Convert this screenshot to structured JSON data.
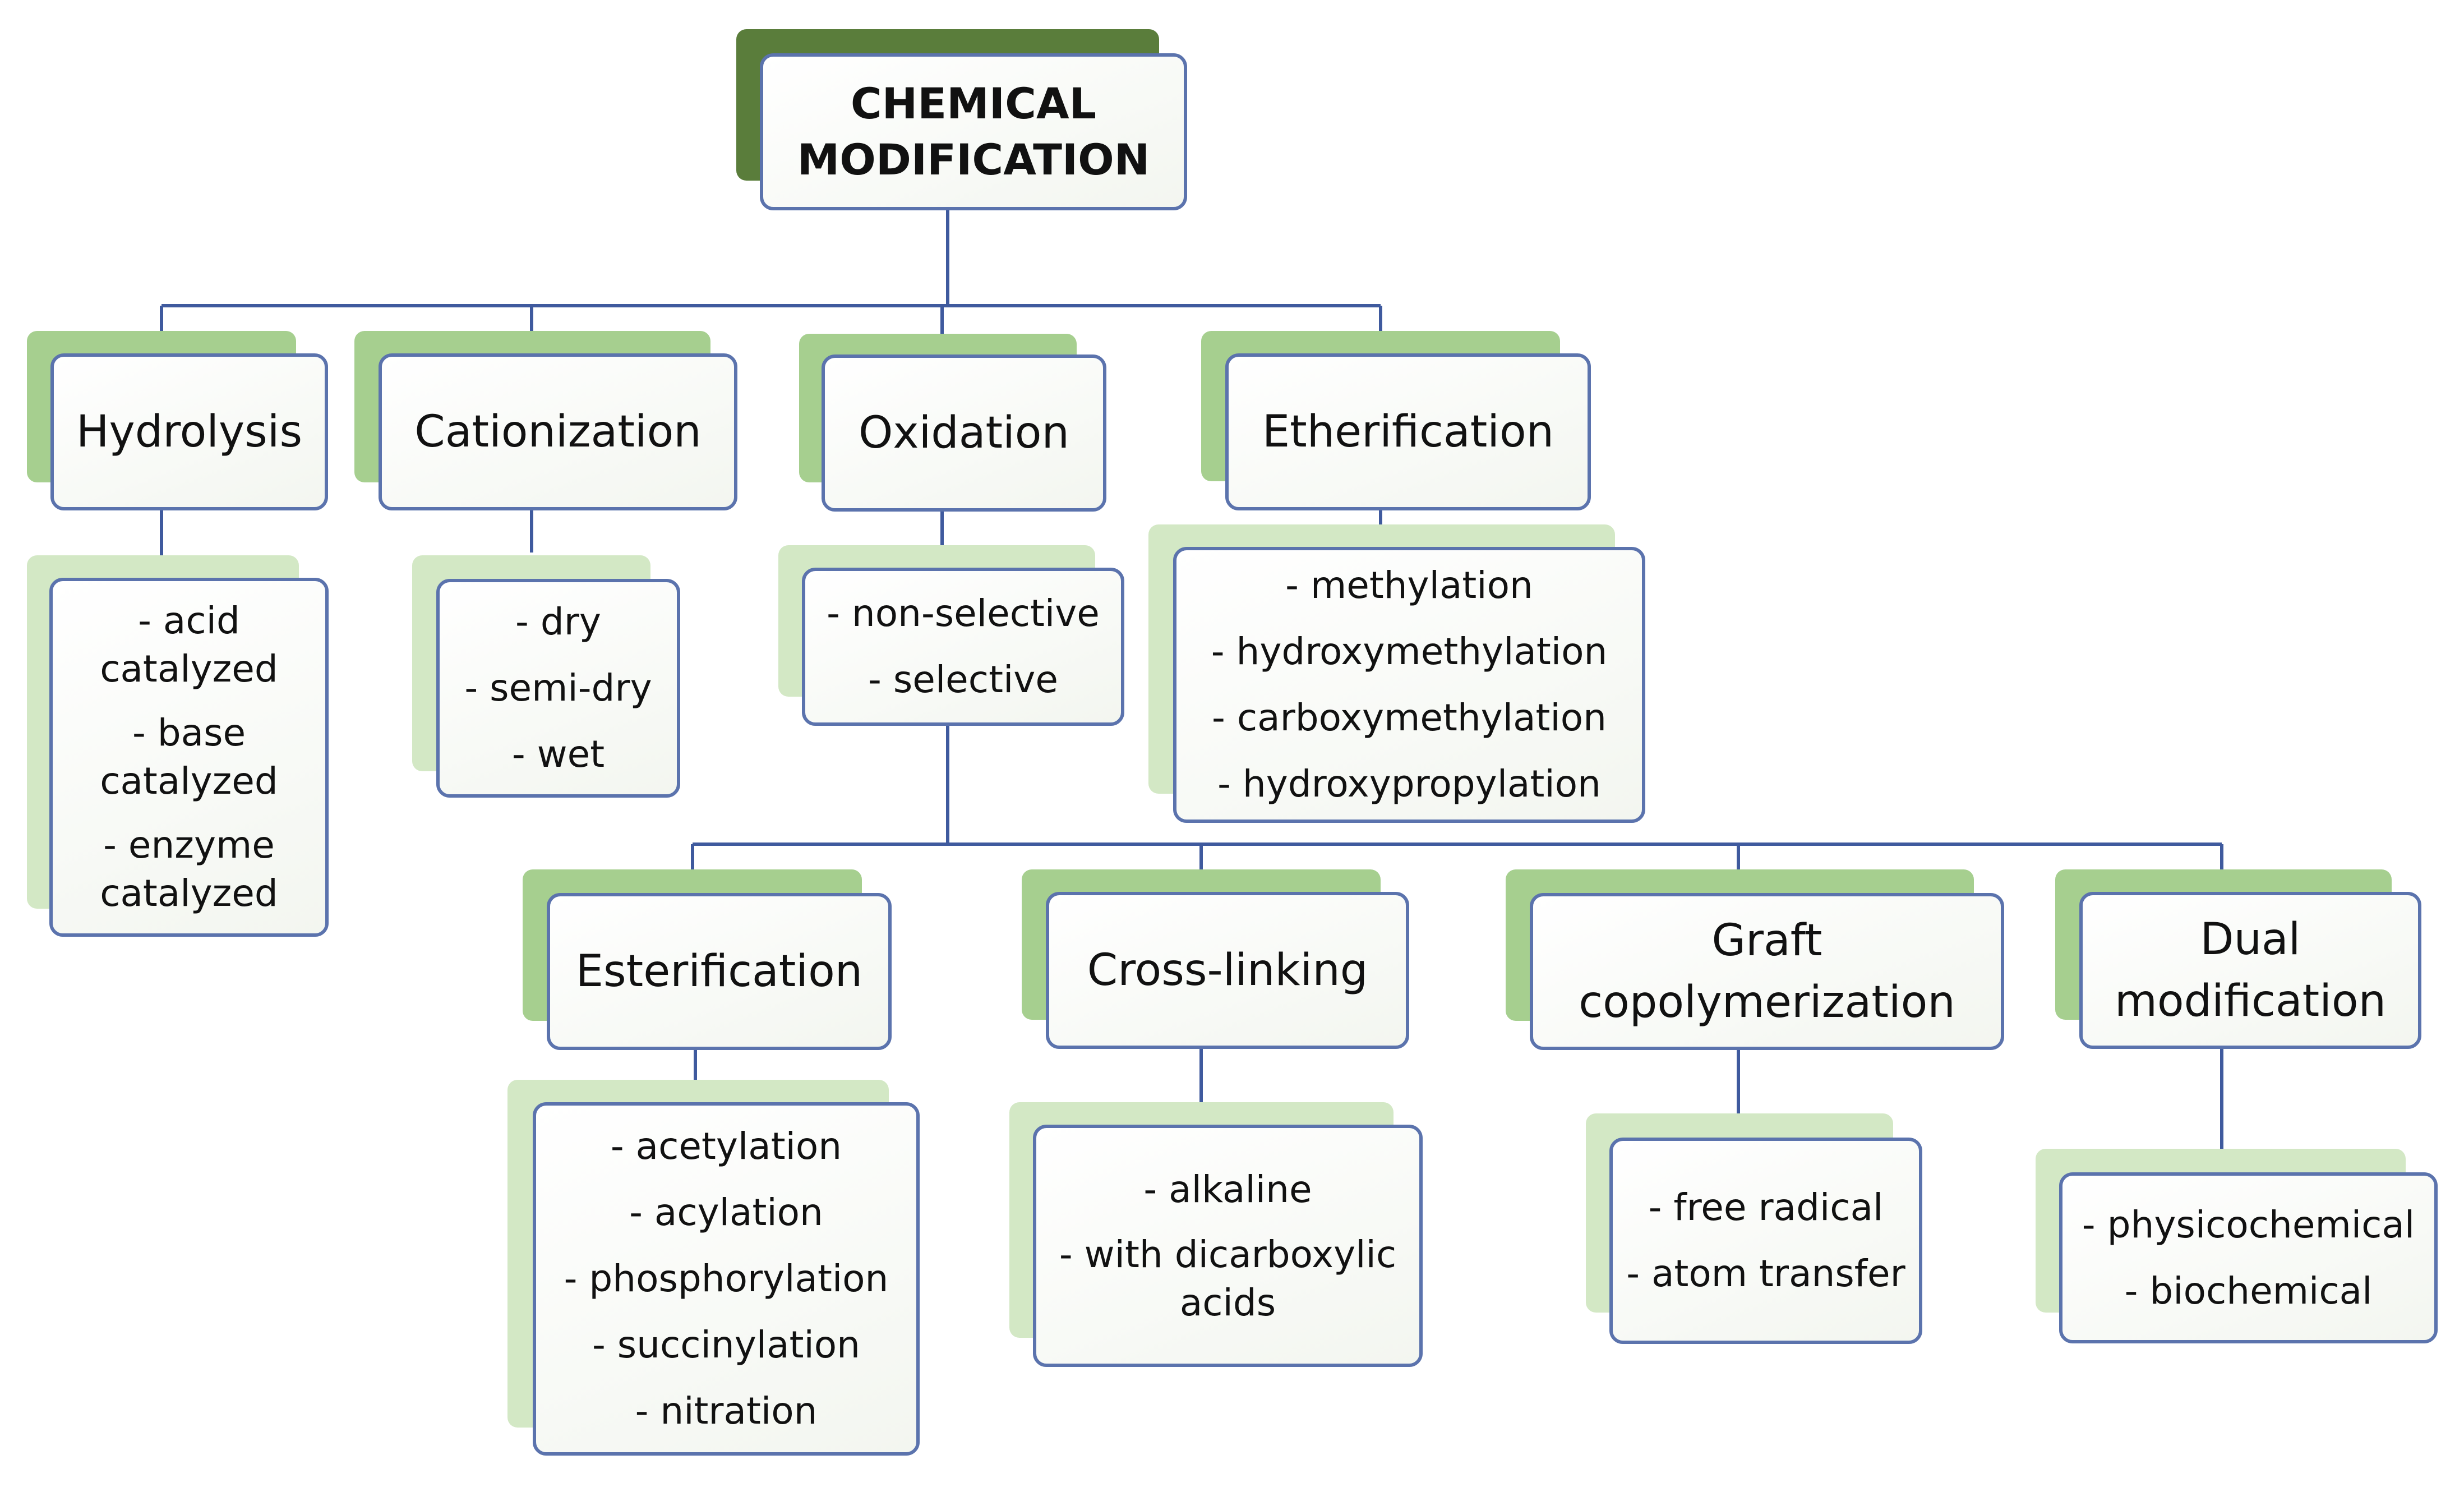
{
  "colors": {
    "line": "#3f5a9e",
    "box_border": "#5b73ad",
    "root_shadow": "#5a7d3b",
    "head_shadow": "#a6cf8f",
    "list_shadow": "#d3e8c5"
  },
  "root": {
    "title_line1": "CHEMICAL",
    "title_line2": "MODIFICATION"
  },
  "hydrolysis": {
    "label": "Hydrolysis",
    "items": [
      {
        "line1": "- acid",
        "line2": "catalyzed"
      },
      {
        "line1": "- base",
        "line2": "catalyzed"
      },
      {
        "line1": "- enzyme",
        "line2": "catalyzed"
      }
    ]
  },
  "cationization": {
    "label": "Cationization",
    "items": [
      "- dry",
      "- semi-dry",
      "- wet"
    ]
  },
  "oxidation": {
    "label": "Oxidation",
    "items": [
      "- non-selective",
      "- selective"
    ]
  },
  "etherification": {
    "label": "Etherification",
    "items": [
      "- methylation",
      "- hydroxymethylation",
      "- carboxymethylation",
      "- hydroxypropylation"
    ]
  },
  "esterification": {
    "label": "Esterification",
    "items": [
      "- acetylation",
      "- acylation",
      "- phosphorylation",
      "- succinylation",
      "- nitration"
    ]
  },
  "crosslinking": {
    "label": "Cross-linking",
    "item1": "- alkaline",
    "item2_line1": "- with dicarboxylic",
    "item2_line2": "acids"
  },
  "graft": {
    "label_line1": "Graft",
    "label_line2": "copolymerization",
    "items": [
      "- free radical",
      "- atom transfer"
    ]
  },
  "dual": {
    "label_line1": "Dual",
    "label_line2": "modification",
    "items": [
      "- physicochemical",
      "- biochemical"
    ]
  }
}
